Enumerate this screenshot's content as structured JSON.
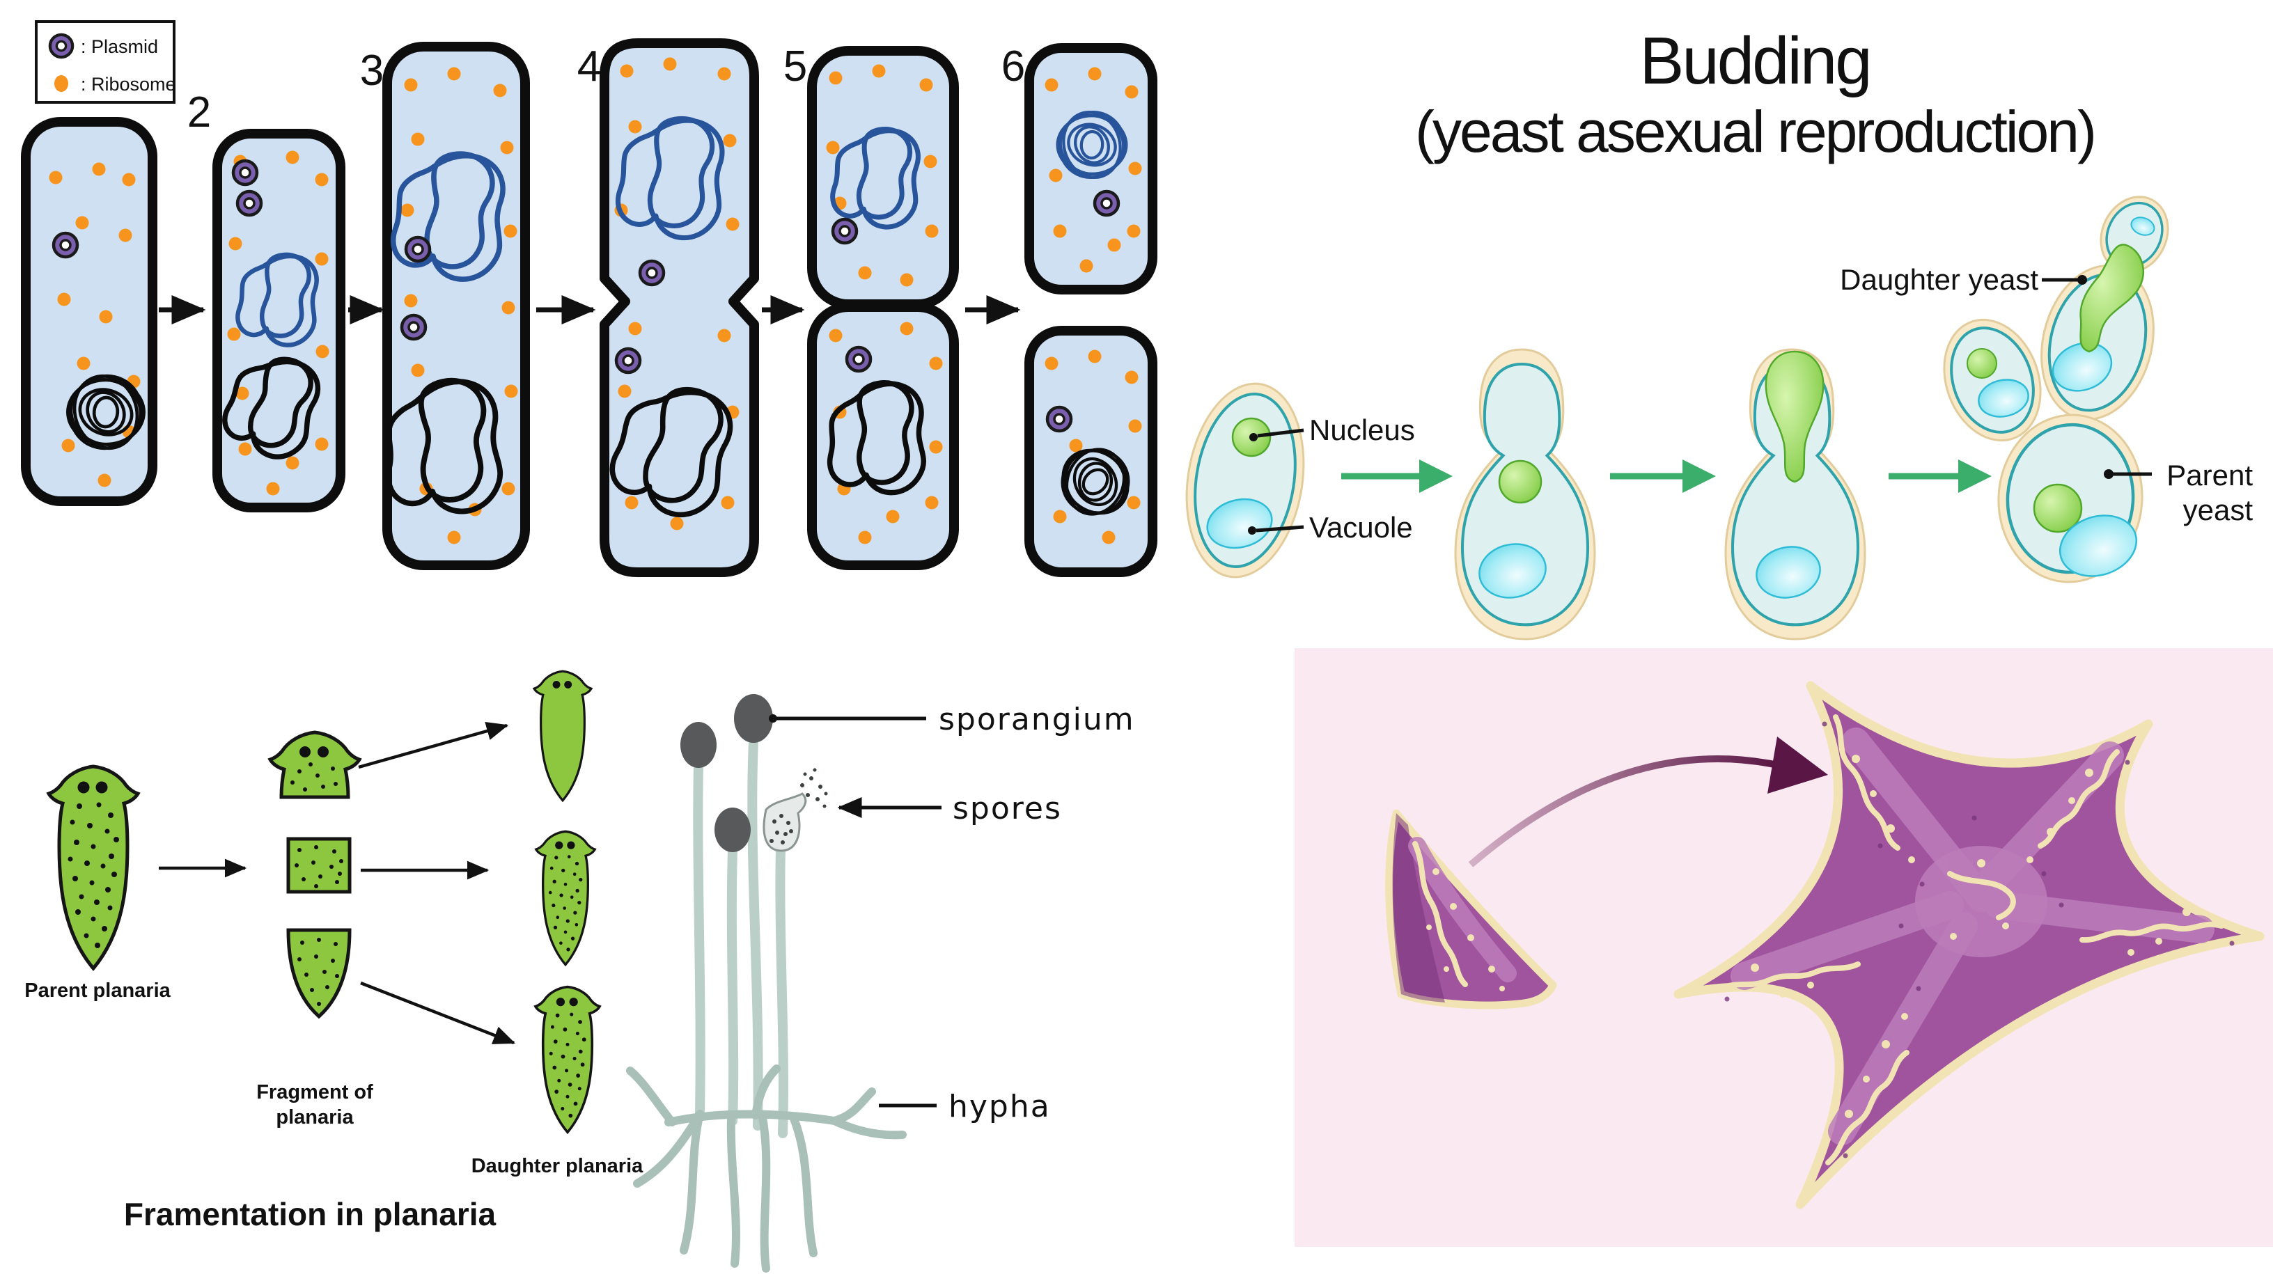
{
  "binary_fission": {
    "legend": {
      "plasmid": ": Plasmid",
      "ribosome": ": Ribosome"
    },
    "stages": [
      "2",
      "3",
      "4",
      "5",
      "6"
    ],
    "colors": {
      "cell_fill": "#cfe0f2",
      "cell_border": "#0d0d0d",
      "ribosome": "#f7941e",
      "plasmid": "#7a5fae",
      "dna_blue": "#27549b",
      "dna_black": "#0c0c0c"
    }
  },
  "budding": {
    "title_line1": "Budding",
    "title_line2": "(yeast asexual reproduction)",
    "nucleus_label": "Nucleus",
    "vacuole_label": "Vacuole",
    "daughter_label": "Daughter yeast",
    "parent_label_line1": "Parent",
    "parent_label_line2": "yeast",
    "colors": {
      "wall": "#f8e9c9",
      "wall_edge": "#e3cc9c",
      "cytoplasm": "#dff0f1",
      "membrane": "#2fa3ab",
      "nucleus": "#7cc93e",
      "vacuole": "#5fd6ea",
      "arrow": "#3bae6c"
    }
  },
  "fragmentation": {
    "parent_label": "Parent planaria",
    "fragment_label_line1": "Fragment of",
    "fragment_label_line2": "planaria",
    "daughter_label": "Daughter planaria",
    "title": "Framentation in planaria",
    "colors": {
      "body": "#8dc63f",
      "outline": "#151515"
    }
  },
  "fungus": {
    "sporangium_label": "sporangium",
    "spores_label": "spores",
    "hypha_label": "hypha",
    "colors": {
      "stalk": "#b9cfc8",
      "sporangium": "#58595b",
      "roots": "#a9c0b8"
    }
  },
  "starfish": {
    "colors": {
      "panel": "#fbe9f2",
      "body": "#a0549e",
      "highlight": "#bc7cba",
      "trim": "#f1e3b3",
      "accent": "#78347a",
      "arrow_dark": "#5a1745"
    }
  }
}
